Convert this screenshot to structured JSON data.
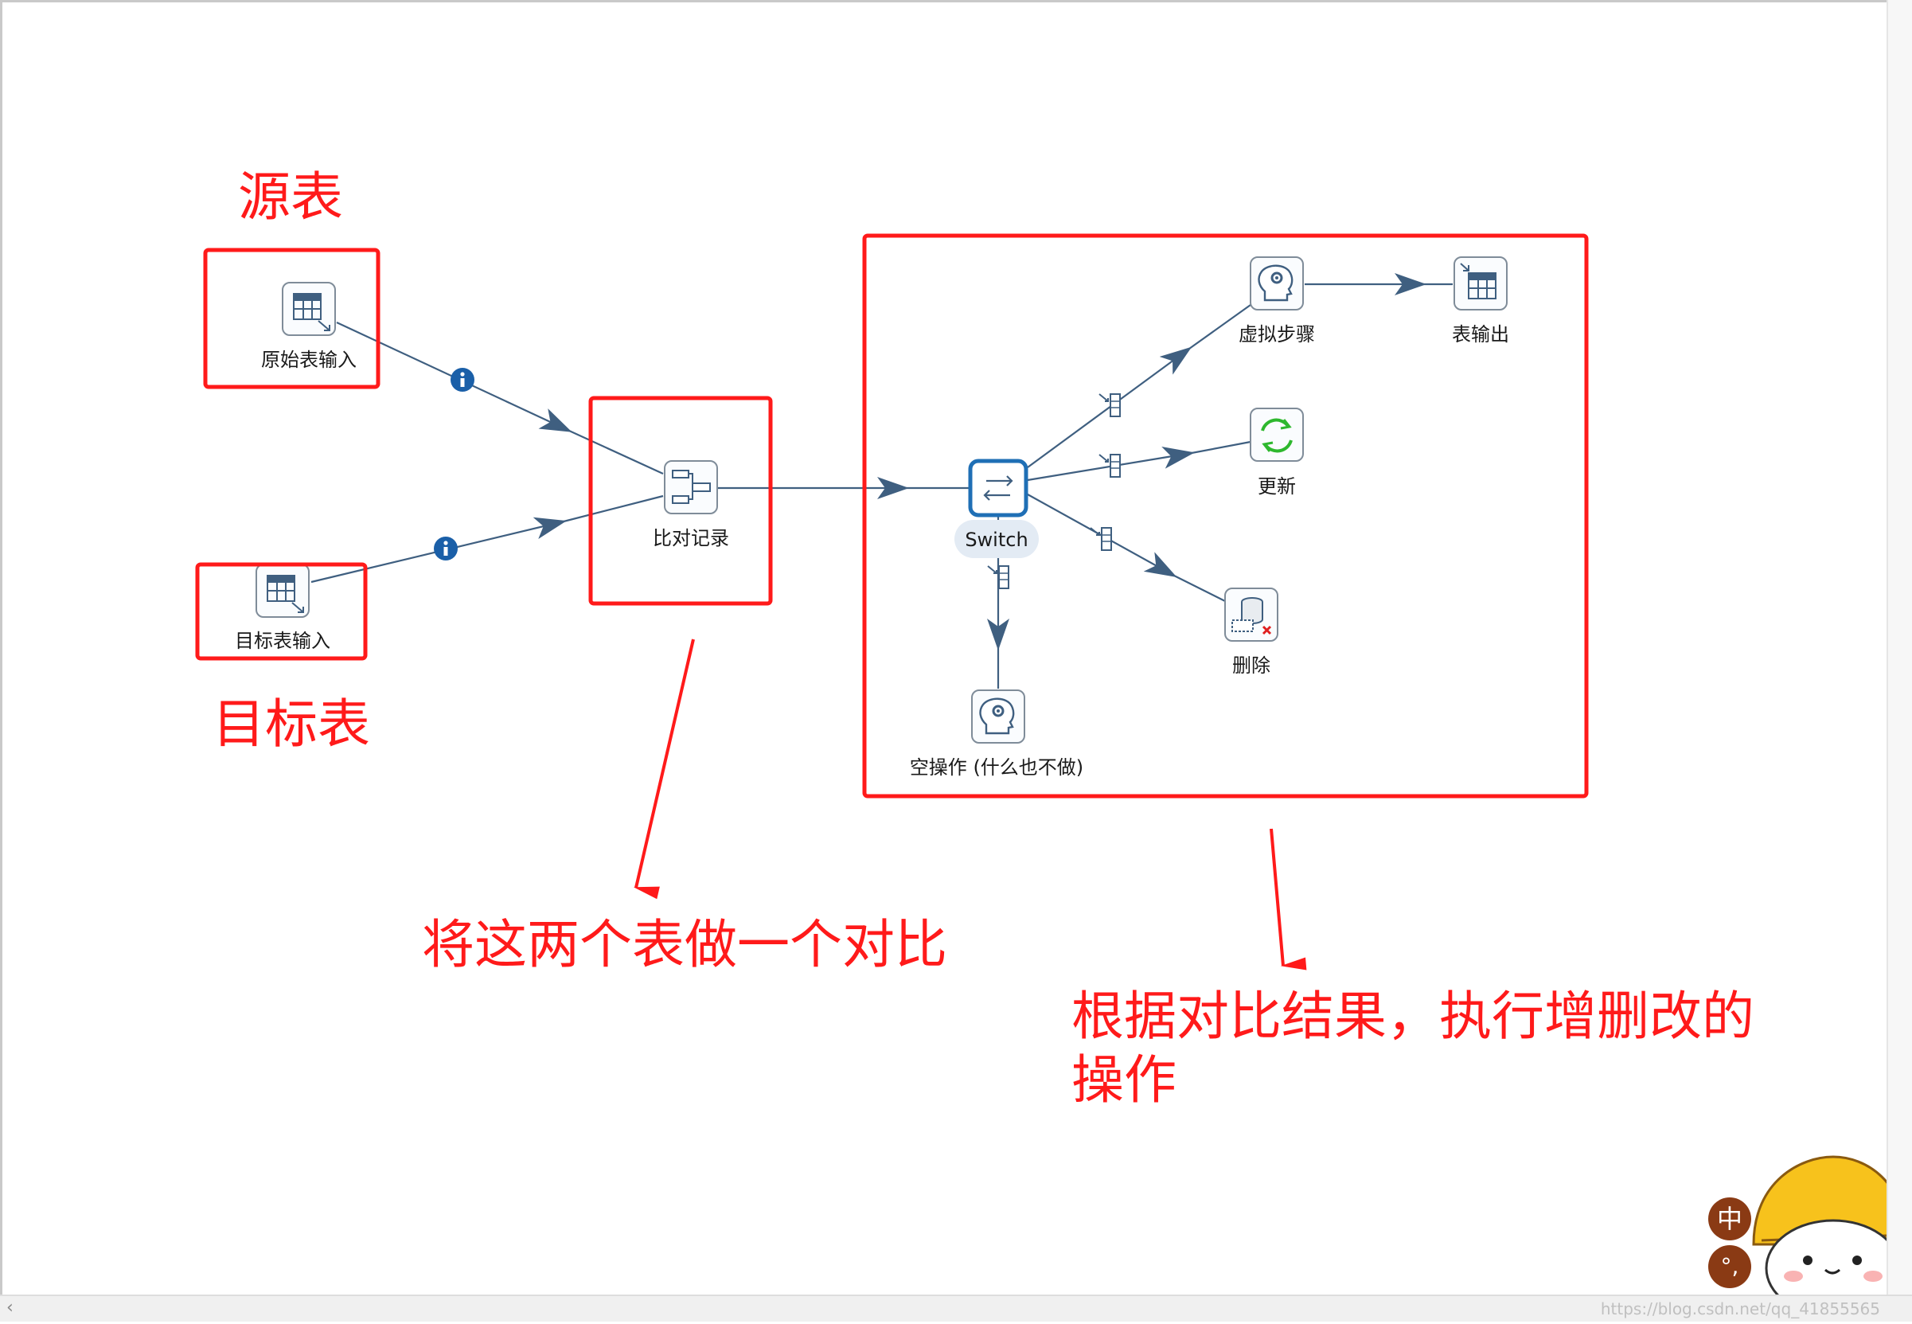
{
  "steps": {
    "source_input": "原始表输入",
    "target_input": "目标表输入",
    "merge_rows": "比对记录",
    "switch": "Switch",
    "dummy_virtual": "虚拟步骤",
    "table_output": "表输出",
    "update": "更新",
    "delete": "删除",
    "dummy_noop": "空操作 (什么也不做)"
  },
  "annotations": {
    "source": "源表",
    "target": "目标表",
    "compare_note": "将这两个表做一个对比",
    "result_note_line1": "根据对比结果，执行增删改的",
    "result_note_line2": "操作"
  },
  "ime": {
    "lang": "中",
    "punct": "°,"
  },
  "watermark": "https://blog.csdn.net/qq_41855565",
  "colors": {
    "annotation_red": "#ff1a1a",
    "hop_line": "#3f5f80",
    "switch_border": "#1f6fb5",
    "info_badge": "#1a5fa8",
    "update_icon": "#2eb82e",
    "delete_mark": "#e02020"
  },
  "icons": {
    "table_input": "table-input-icon",
    "merge_rows": "merge-rows-icon",
    "switch": "switch-case-icon",
    "dummy": "head-gear-icon",
    "table_output": "table-output-icon",
    "update": "refresh-icon",
    "delete": "database-delete-icon",
    "info": "info-icon",
    "copy": "copy-rows-icon"
  }
}
